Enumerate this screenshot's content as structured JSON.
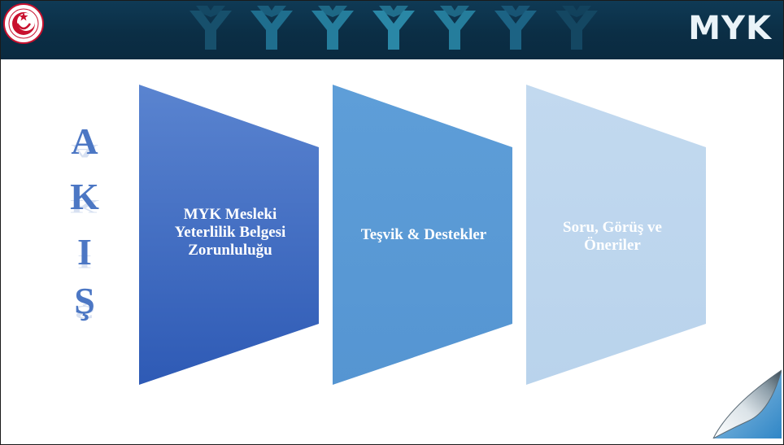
{
  "header": {
    "logo_icon": "ministry-seal-icon",
    "brand_text": "MYK",
    "chevron_icon": "myk-chevron-icon",
    "chevron_count": 7,
    "colors": {
      "bar": "#0b2e45",
      "chevron": "#1f6e8e"
    }
  },
  "title_letters": [
    "A",
    "K",
    "I",
    "Ş"
  ],
  "panels": [
    {
      "label": "MYK Mesleki Yeterlilik Belgesi Zorunluluğu",
      "color": "#3a62c0"
    },
    {
      "label": "Teşvik & Destekler",
      "color": "#5b9bd5"
    },
    {
      "label": "Soru, Görüş ve Öneriler",
      "color": "#bdd6ee"
    }
  ],
  "decor": {
    "page_curl_icon": "page-curl-icon"
  }
}
